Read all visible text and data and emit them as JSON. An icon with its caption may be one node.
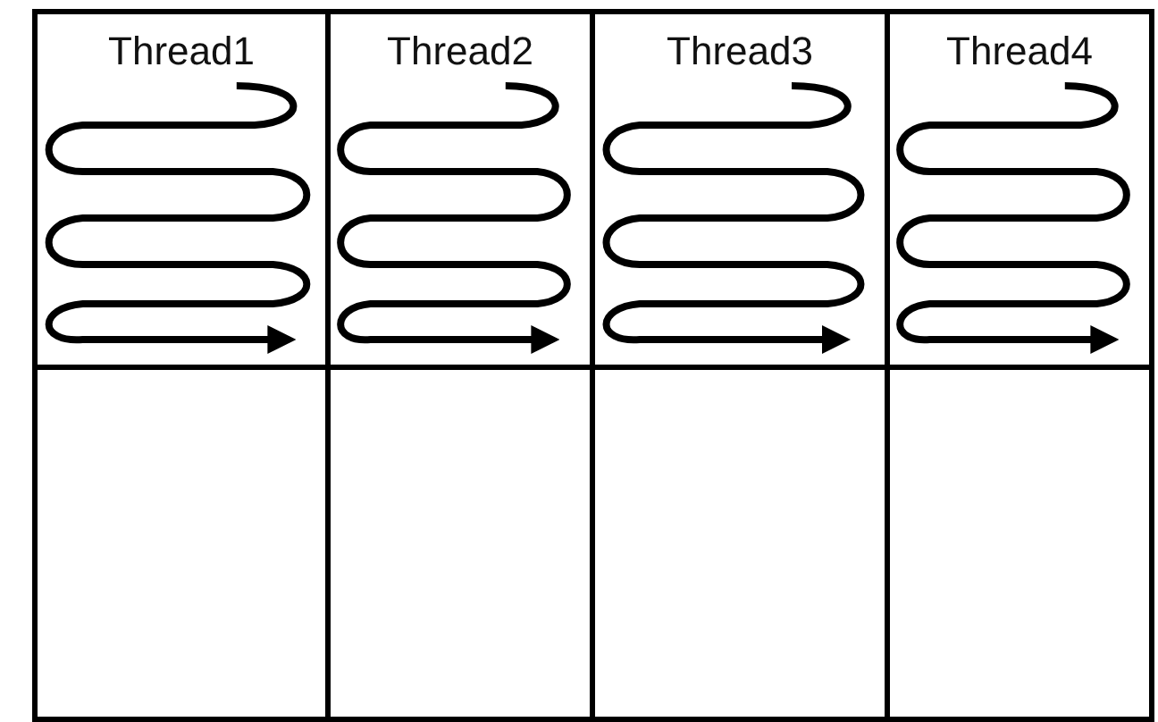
{
  "diagram": {
    "nodes": [
      {
        "text": [
          "Thread1"
        ]
      },
      {
        "text": [
          "Thread2"
        ]
      },
      {
        "text": [
          "Thread3"
        ]
      },
      {
        "text": [
          "Thread4"
        ]
      },
      {
        "text": [],
        "shape": "box"
      },
      {
        "text": [],
        "shape": "box"
      },
      {
        "text": [],
        "shape": "box"
      },
      {
        "text": [],
        "shape": "box"
      }
    ]
  }
}
